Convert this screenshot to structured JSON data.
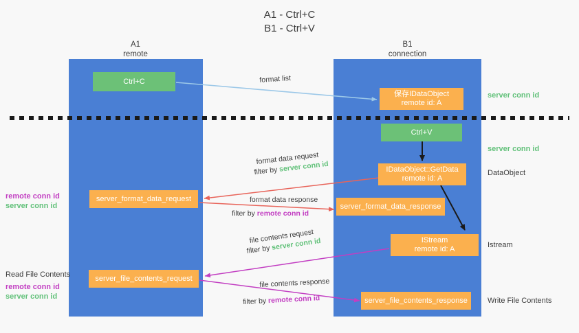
{
  "title": {
    "line1": "A1 - Ctrl+C",
    "line2": "B1 - Ctrl+V"
  },
  "lanes": [
    {
      "name": "A1",
      "sub": "remote",
      "color": "#4a7fd4"
    },
    {
      "name": "B1",
      "sub": "connection",
      "color": "#4a7fd4"
    }
  ],
  "colors": {
    "lane": "#4a7fd4",
    "green_box": "#6cc177",
    "orange_box": "#fbb04e",
    "server_conn": "#62c17a",
    "remote_conn": "#c23ec2",
    "arrow_blue": "#9cc8e8",
    "arrow_red": "#e8645a",
    "arrow_magenta": "#c23ec2",
    "arrow_black": "#1a1a1a",
    "text": "#3c3c3c"
  },
  "boxes": {
    "ctrl_c": {
      "label": "Ctrl+C"
    },
    "save_idataobject": {
      "line1": "保存IDataObject",
      "line2": "remote id: A"
    },
    "ctrl_v": {
      "label": "Ctrl+V"
    },
    "getdata": {
      "line1": "IDataObject::GetData",
      "line2": "remote id: A"
    },
    "istream": {
      "line1": "IStream",
      "line2": "remote id: A"
    },
    "format_data_request": {
      "label": "server_format_data_request"
    },
    "format_data_response": {
      "label": "server_format_data_response"
    },
    "file_contents_request": {
      "label": "server_file_contents_request"
    },
    "file_contents_response": {
      "label": "server_file_contents_response"
    }
  },
  "right_annotations": [
    {
      "text": "server conn id",
      "style": "green"
    },
    {
      "text": "server conn id",
      "style": "green"
    },
    {
      "text": "DataObject",
      "style": "plain"
    },
    {
      "text": "Istream",
      "style": "plain"
    },
    {
      "text": "Write File Contents",
      "style": "plain"
    }
  ],
  "left_annotations": {
    "format_remote": "remote conn id",
    "format_server": "server conn id",
    "read_file_contents": "Read File Contents",
    "file_remote": "remote conn id",
    "file_server": "server conn id"
  },
  "edge_labels": {
    "format_list": "format list",
    "format_data_request": "format data request",
    "format_data_request_filter_prefix": "filter by ",
    "format_data_request_filter_key": "server conn id",
    "format_data_response": "format data response",
    "format_data_response_filter_prefix": "filter by ",
    "format_data_response_filter_key": "remote conn id",
    "file_contents_request": "file contents request",
    "file_contents_request_filter_prefix": "filter by ",
    "file_contents_request_filter_key": "server conn id",
    "file_contents_response": "file contents response",
    "file_contents_response_filter_prefix": "filter by ",
    "file_contents_response_filter_key": "remote conn id"
  }
}
